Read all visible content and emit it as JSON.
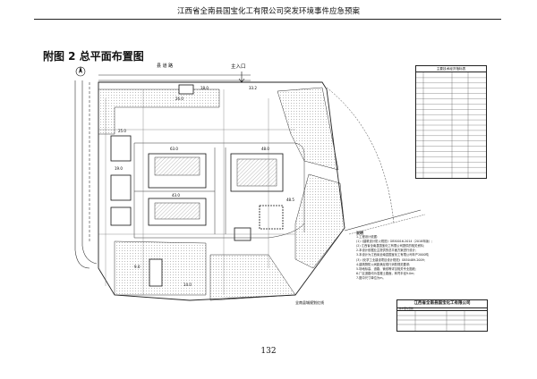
{
  "header": {
    "text": "江西省全南县国宝化工有限公司突发环境事件应急预案"
  },
  "figure": {
    "title": "附图 2 总平面布置图"
  },
  "page": {
    "number": "132"
  },
  "plan": {
    "road_label": "县 道 路",
    "gate_label": "主入口",
    "dims": [
      "63.0",
      "48.0",
      "19.0",
      "43.0",
      "25.0",
      "26.0",
      "18.0",
      "33.2",
      "48.5",
      "9.0",
      "14.0"
    ],
    "bottom_label": "全南县城规划红线",
    "legend_title": "主要技术经济指标表"
  },
  "notes": {
    "title": "说明",
    "lines": [
      "1.工程设计依据：",
      "(1)《建筑设计防火规范》GB50016-2014（2018年版）;",
      "(2) 江西省全南县国宝化工有限公司提供的相关资料;",
      "2.本设计依据业主提供的总平面方案进行设计;",
      "3.本设计为江西省全南县国宝化工有限公司年产2000吨",
      "(3)《化学工业建设项目设计规范》GB50489-2009;",
      "4.建筑物防火间距满足现行消防规范要求;",
      "5.场地标高、道路、管线等详见相关专业图纸;",
      "6.厂区道路均为混凝土路面，转弯半径9.0m;",
      "7.图中尺寸单位为m。"
    ]
  },
  "title_block": {
    "company": "江西省全南县国宝化工有限公司",
    "subtitle": "总平面布置图"
  }
}
